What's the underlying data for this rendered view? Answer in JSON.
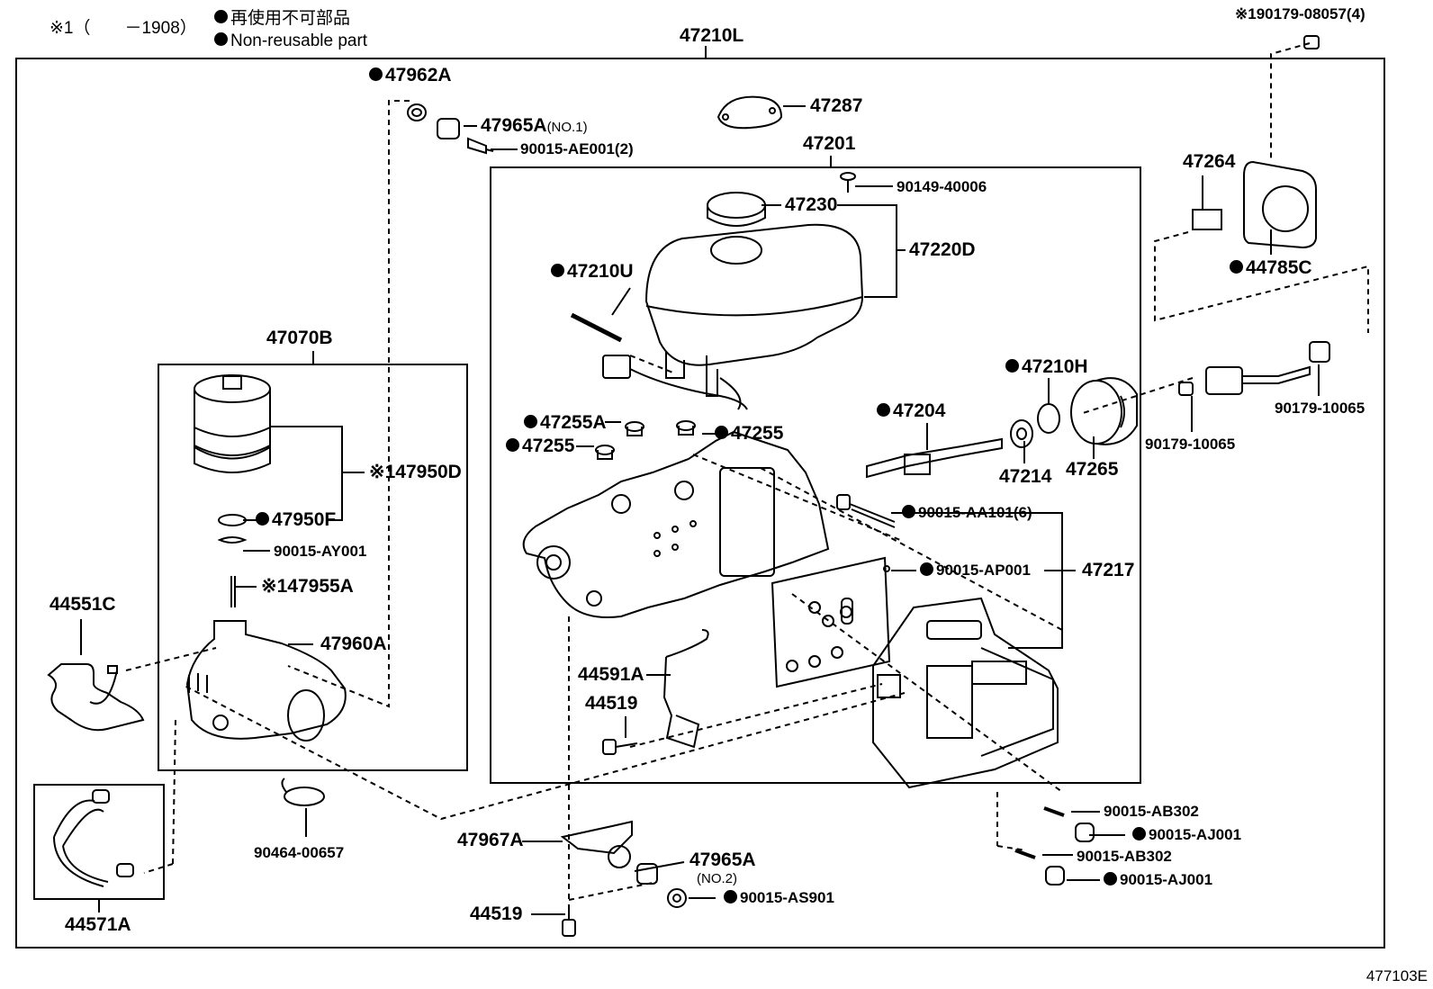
{
  "legend": {
    "note_mark": "※1（　　－1908）",
    "jp_text": "再使用不可部品",
    "en_text": "Non-reusable part"
  },
  "diagram_ref": "477103E",
  "parts": {
    "assy_47210L": "47210L",
    "p47962A": "47962A",
    "p47965A_no1": "47965A",
    "p47965A_no1_note": "(NO.1)",
    "p90015AE001": "90015-AE001(2)",
    "p47287": "47287",
    "p47201": "47201",
    "p90149_40006": "90149-40006",
    "p47230": "47230",
    "p47220D": "47220D",
    "p47210U": "47210U",
    "p47264": "47264",
    "p44785C": "44785C",
    "p90179_08057": "※190179-08057(4)",
    "p90179_10065a": "90179-10065",
    "p90179_10065b": "90179-10065",
    "p47210H": "47210H",
    "p47204": "47204",
    "p47214": "47214",
    "p47265": "47265",
    "p47070B": "47070B",
    "p47950D": "※147950D",
    "p47950F": "47950F",
    "p90015AY001": "90015-AY001",
    "p47955A": "※147955A",
    "p47960A": "47960A",
    "p44551C": "44551C",
    "p47255A": "47255A",
    "p47255a": "47255",
    "p47255b": "47255",
    "p90015AA101": "90015-AA101(6)",
    "p90015AP001": "90015-AP001",
    "p47217": "47217",
    "p44591A": "44591A",
    "p44519a": "44519",
    "p44519b": "44519",
    "p90464_00657": "90464-00657",
    "p44571A": "44571A",
    "p47967A": "47967A",
    "p47965A_no2": "47965A",
    "p47965A_no2_note": "(NO.2)",
    "p90015AS901": "90015-AS901",
    "p90015AB302a": "90015-AB302",
    "p90015AJ001a": "90015-AJ001",
    "p90015AB302b": "90015-AB302",
    "p90015AJ001b": "90015-AJ001"
  }
}
